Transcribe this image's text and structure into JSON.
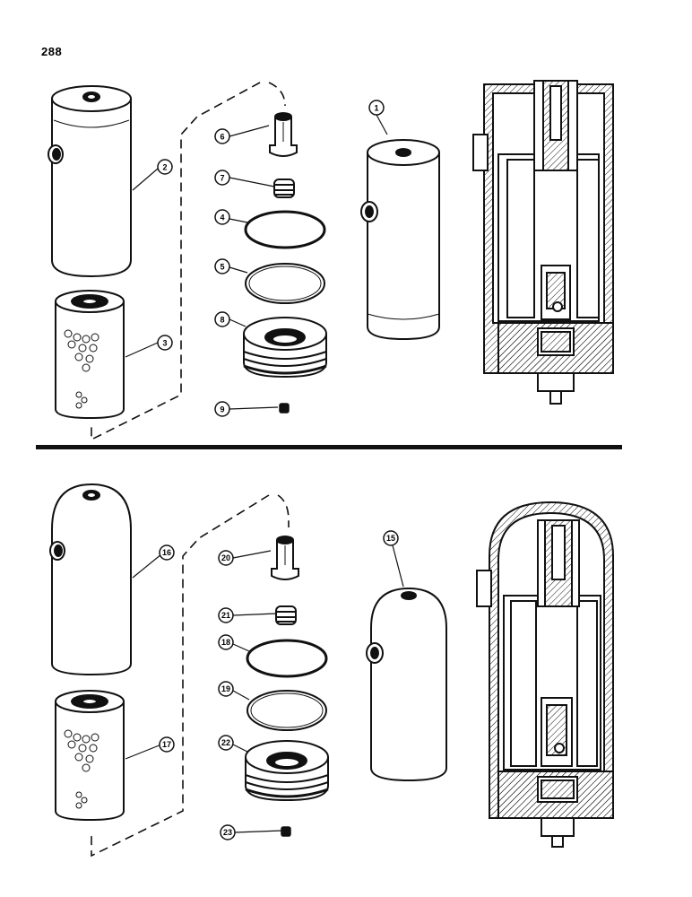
{
  "page": {
    "number": "288"
  },
  "diagram": {
    "callouts_top": [
      "1",
      "2",
      "3",
      "4",
      "5",
      "6",
      "7",
      "8",
      "9"
    ],
    "callouts_bottom": [
      "15",
      "16",
      "17",
      "18",
      "19",
      "20",
      "21",
      "22",
      "23"
    ]
  },
  "colors": {
    "ink": "#111111",
    "paper": "#ffffff"
  }
}
